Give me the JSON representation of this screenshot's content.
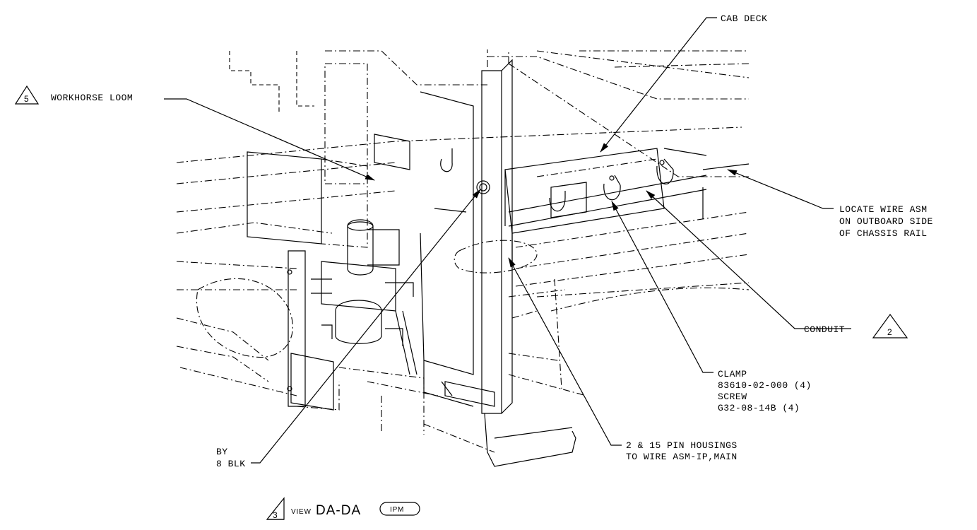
{
  "callouts": {
    "cab_deck": "CAB DECK",
    "workhorse_loom": "WORKHORSE LOOM",
    "workhorse_loom_note": "5",
    "locate_wire": [
      "LOCATE WIRE ASM",
      "ON OUTBOARD SIDE",
      "OF CHASSIS RAIL"
    ],
    "conduit": "CONDUIT",
    "conduit_note": "2",
    "clamp": [
      "CLAMP",
      "83610-02-000 (4)",
      "SCREW",
      "G32-08-14B (4)"
    ],
    "housings": [
      "2 & 15 PIN HOUSINGS",
      "TO WIRE ASM-IP,MAIN"
    ],
    "by_blk": [
      "BY",
      "8 BLK"
    ]
  },
  "view_title": {
    "note": "3",
    "prefix": "VIEW",
    "name": "DA-DA",
    "tag": "IPM"
  }
}
